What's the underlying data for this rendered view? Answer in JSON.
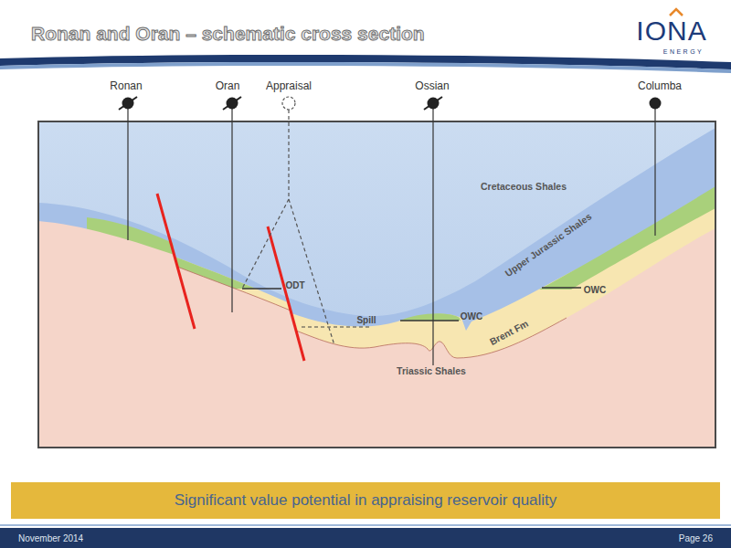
{
  "diagram": {
    "title": "Ronan and Oran – schematic cross section",
    "nodes": [
      {
        "text": [
          "Significant value potential in appraising reservoir quality"
        ]
      },
      {
        "text": [
          "November 2014",
          "Page 26"
        ]
      }
    ],
    "labels": [
      "IONA",
      "ENERGY",
      "Ronan",
      "Oran",
      "Appraisal",
      "Ossian",
      "Columba",
      "Cretaceous Shales",
      "Upper Jurassic Shales",
      "ODT",
      "Spill",
      "OWC",
      "OWC",
      "Brent Fm",
      "Triassic Shales"
    ]
  }
}
